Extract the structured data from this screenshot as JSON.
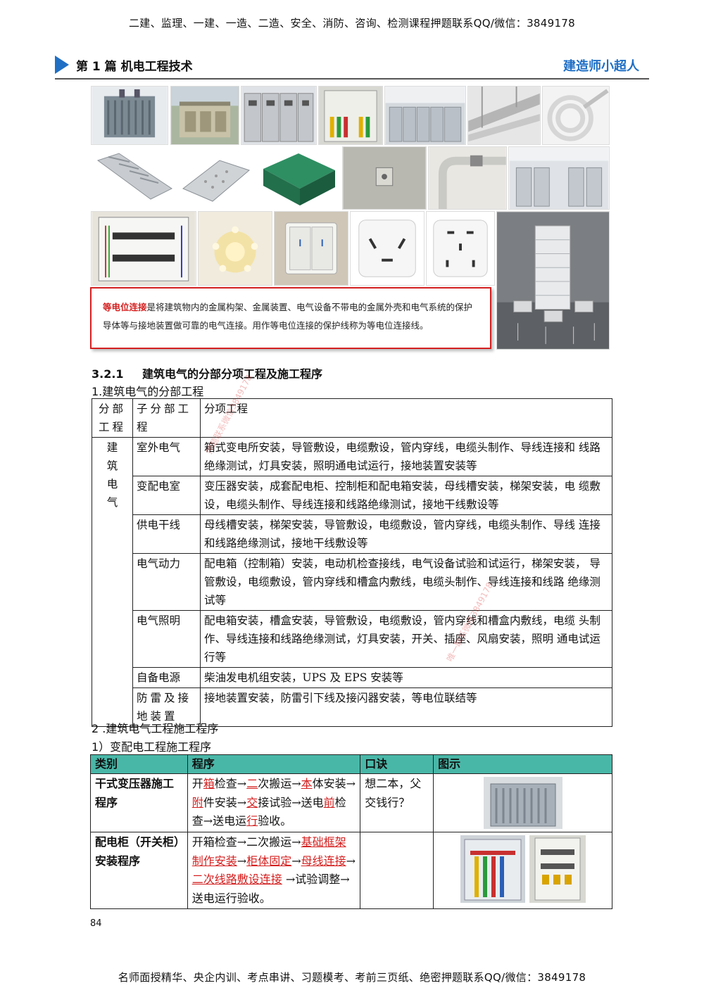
{
  "banner": {
    "top": "二建、监理、一建、一造、二造、安全、消防、咨询、检测课程押题联系QQ/微信：3849178",
    "bottom": "名师面授精华、央企内训、考点串讲、习题模考、考前三页纸、绝密押题联系QQ/微信：3849178"
  },
  "header": {
    "chapter": "第 1 篇  机电工程技术",
    "brand": "建造师小超人"
  },
  "icons": {
    "header_marker": "triangle-right-icon"
  },
  "colors": {
    "accent": "#1f6fc5",
    "table_head": "#49b7a8",
    "highlight": "#d42020"
  },
  "equipotential": {
    "keyword": "等电位连接",
    "text": "是将建筑物内的金属构架、金属装置、电气设备不带电的金属外壳和电气系统的保护导体等与接地装置做可靠的电气连接。用作等电位连接的保护线称为等电位连接线。"
  },
  "section": {
    "number": "3.2.1",
    "title": "建筑电气的分部分项工程及施工程序",
    "sub1": "1.建筑电气的分部工程",
    "sub2": "2 .建筑电气工程施工程序",
    "sub3": "1）变配电工程施工程序"
  },
  "table1": {
    "head": [
      "分部工程",
      "子分部工程",
      "分项工程"
    ],
    "division": "建筑电气",
    "rows": [
      {
        "sub": "室外电气",
        "items": "箱式变电所安装，导管敷设，电缆敷设，管内穿线，电缆头制作、导线连接和 线路绝缘测试，灯具安装，照明通电试运行，接地装置安装等"
      },
      {
        "sub": "变配电室",
        "items": "变压器安装，成套配电柜、控制柜和配电箱安装，母线槽安装，梯架安装，电 缆敷设，电缆头制作、导线连接和线路绝缘测试，接地干线敷设等"
      },
      {
        "sub": "供电干线",
        "items": "母线槽安装，梯架安装，导管敷设，电缆敷设，管内穿线，电缆头制作、导线 连接和线路绝缘测试，接地干线敷设等"
      },
      {
        "sub": "电气动力",
        "items": "配电箱（控制箱）安装，电动机检查接线，电气设备试验和试运行，梯架安装， 导管敷设，电缆敷设，管内穿线和槽盒内敷线，电缆头制作、导线连接和线路 绝缘测试等"
      },
      {
        "sub": "电气照明",
        "items": "配电箱安装，槽盒安装，导管敷设，电缆敷设，管内穿线和槽盒内敷线，电缆 头制作、导线连接和线路绝缘测试，灯具安装，开关、插座、风扇安装，照明 通电试运行等"
      },
      {
        "sub": "自备电源",
        "items": "柴油发电机组安装，UPS 及 EPS 安装等"
      },
      {
        "sub": "防雷及接地装置",
        "items": "接地装置安装，防雷引下线及接闪器安装，等电位联结等"
      }
    ]
  },
  "table2": {
    "head": [
      "类别",
      "程序",
      "口诀",
      "图示"
    ],
    "rows": [
      {
        "cat": "干式变压器施工程序",
        "steps": [
          {
            "t": "开",
            "r": false
          },
          {
            "t": "箱",
            "r": true
          },
          {
            "t": "检查→",
            "r": false
          },
          {
            "t": "二",
            "r": true
          },
          {
            "t": "次搬运→",
            "r": false
          },
          {
            "t": "本",
            "r": true
          },
          {
            "t": "体安装→",
            "r": false
          },
          {
            "t": "附",
            "r": true
          },
          {
            "t": "件安装→",
            "r": false
          },
          {
            "t": "交",
            "r": true
          },
          {
            "t": "接试验→送电",
            "r": false
          },
          {
            "t": "前",
            "r": true
          },
          {
            "t": "检查→送电运",
            "r": false
          },
          {
            "t": "行",
            "r": true
          },
          {
            "t": "验收。",
            "r": false
          }
        ],
        "mnemonic": "想二本，父交钱行？"
      },
      {
        "cat": "配电柜（开关柜）安装程序",
        "steps": [
          {
            "t": "开箱检查→二次搬运→",
            "r": false
          },
          {
            "t": "基础框架制作安装",
            "r": true
          },
          {
            "t": "→",
            "r": false
          },
          {
            "t": "柜体固定",
            "r": true
          },
          {
            "t": "→",
            "r": false
          },
          {
            "t": "母线连接",
            "r": true
          },
          {
            "t": "→",
            "r": false
          },
          {
            "t": "二次线路敷设连接",
            "r": true
          },
          {
            "t": " →试验调整→送电运行验收。",
            "r": false
          }
        ],
        "mnemonic": ""
      }
    ]
  },
  "page_number": "84",
  "watermarks": [
    "押题联系微信3849178",
    "唯一联系微信3849178"
  ]
}
